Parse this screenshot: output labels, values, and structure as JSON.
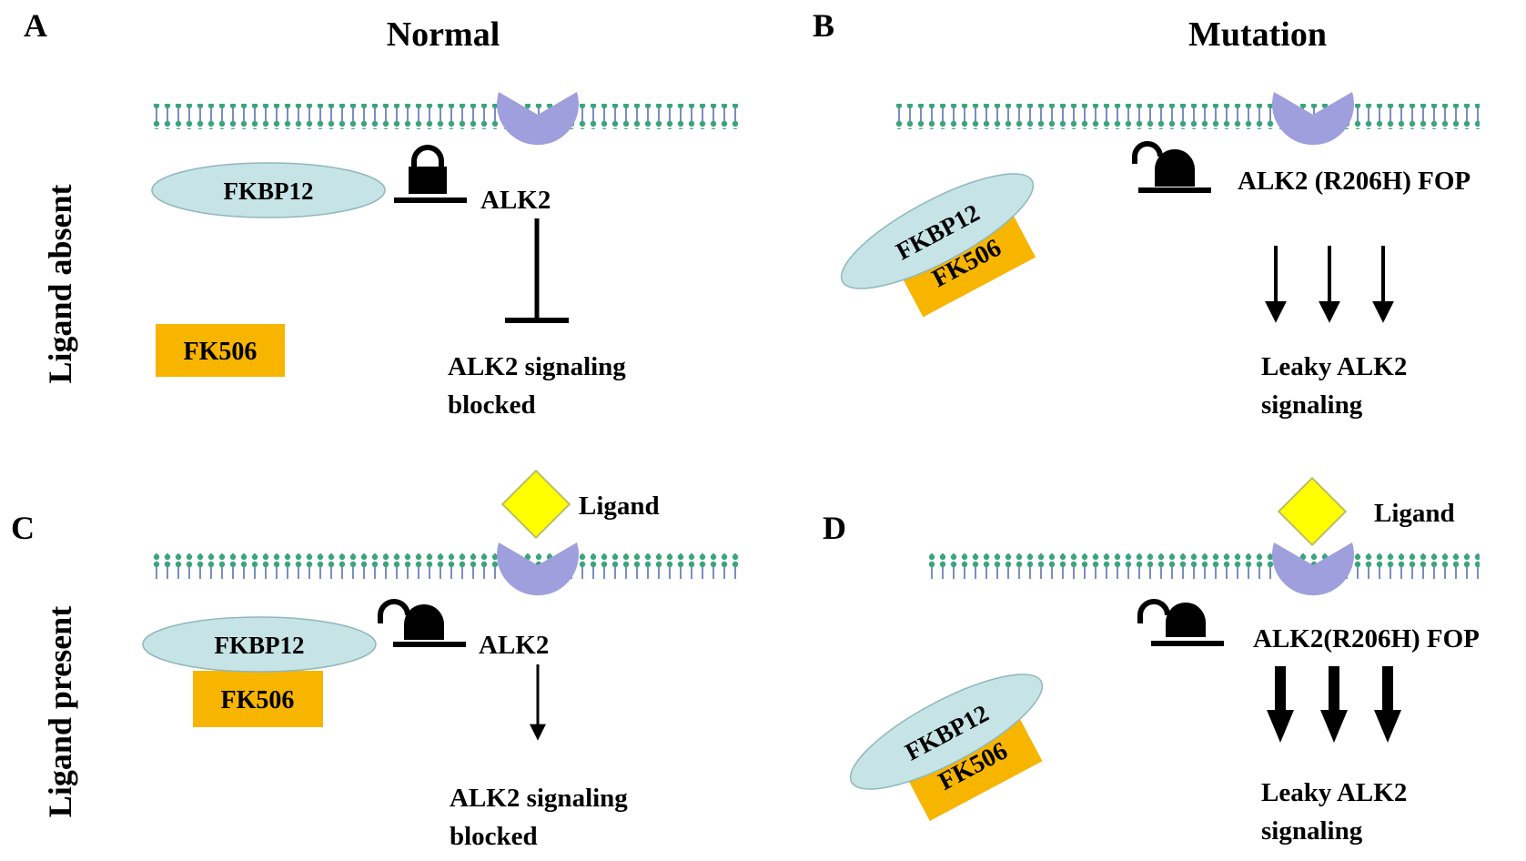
{
  "headers": {
    "normal": "Normal",
    "mutation": "Mutation"
  },
  "panel_letters": {
    "a": "A",
    "b": "B",
    "c": "C",
    "d": "D"
  },
  "row_labels": {
    "absent": "Ligand absent",
    "present": "Ligand present"
  },
  "labels": {
    "fkbp12": "FKBP12",
    "fk506": "FK506",
    "alk2": "ALK2",
    "alk2_mutant": "ALK2 (R206H) FOP",
    "alk2_mutant_d": "ALK2(R206H) FOP",
    "ligand": "Ligand",
    "blocked_line1": "ALK2 signaling",
    "blocked_line2": "blocked",
    "leaky_line1": "Leaky ALK2",
    "leaky_line2": "signaling"
  },
  "colors": {
    "membrane_head": "#3aa57a",
    "membrane_tail": "#5b6fb5",
    "receptor": "#9f9fde",
    "fkbp12": "#c6e3e6",
    "fk506": "#f7b500",
    "ligand": "#ffff00",
    "ink": "#000000"
  },
  "icons": {
    "lock_closed": "lock-closed-icon",
    "lock_open": "lock-open-icon"
  }
}
